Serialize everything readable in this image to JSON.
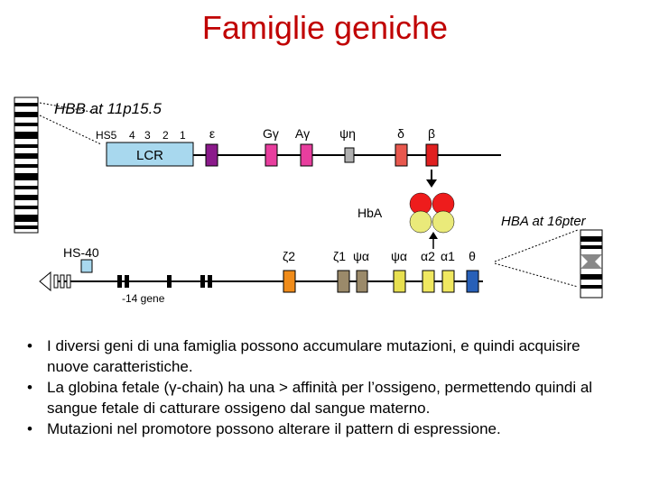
{
  "slide": {
    "title": "Famiglie geniche"
  },
  "diagram": {
    "hbb_label": "HBB at 11p15.5",
    "hs_numbers": [
      "HS5",
      "4",
      "3",
      "2",
      "1"
    ],
    "lcr_label": "LCR",
    "beta_cluster_genes": [
      {
        "label": "ε",
        "color": "#8b1a8b"
      },
      {
        "label": "Gγ",
        "color": "#e83e9e"
      },
      {
        "label": "Aγ",
        "color": "#e83e9e"
      },
      {
        "label": "ψη",
        "color": "#b0b0b0"
      },
      {
        "label": "δ",
        "color": "#e8584e"
      },
      {
        "label": "β",
        "color": "#e02020"
      }
    ],
    "hba_label": "HbA",
    "hba_locus_label": "HBA at 16pter",
    "hs40_label": "HS-40",
    "minus14_label": "-14 gene",
    "alpha_cluster_genes": [
      {
        "label": "ζ2",
        "color": "#f08c1a"
      },
      {
        "label": "ζ1",
        "color": "#9b8a6a"
      },
      {
        "label": "ψα",
        "color": "#9b8a6a"
      },
      {
        "label": "ψα",
        "color": "#e8e050"
      },
      {
        "label": "α2",
        "color": "#f0e860"
      },
      {
        "label": "α1",
        "color": "#f0e860"
      },
      {
        "label": "θ",
        "color": "#2860b8"
      }
    ],
    "colors": {
      "lcr_fill": "#a8d8ee",
      "hs40_fill": "#a8d8ee",
      "hb_red": "#ee1c1c",
      "hb_yellow": "#eaea7a"
    }
  },
  "bullets": [
    "I diversi geni di una famiglia possono accumulare mutazioni, e quindi acquisire nuove caratteristiche.",
    "La globina fetale (γ-chain) ha una > affinità per l’ossigeno, permettendo quindi al sangue fetale di catturare  ossigeno dal sangue materno.",
    "Mutazioni nel promotore possono alterare il pattern di espressione."
  ]
}
